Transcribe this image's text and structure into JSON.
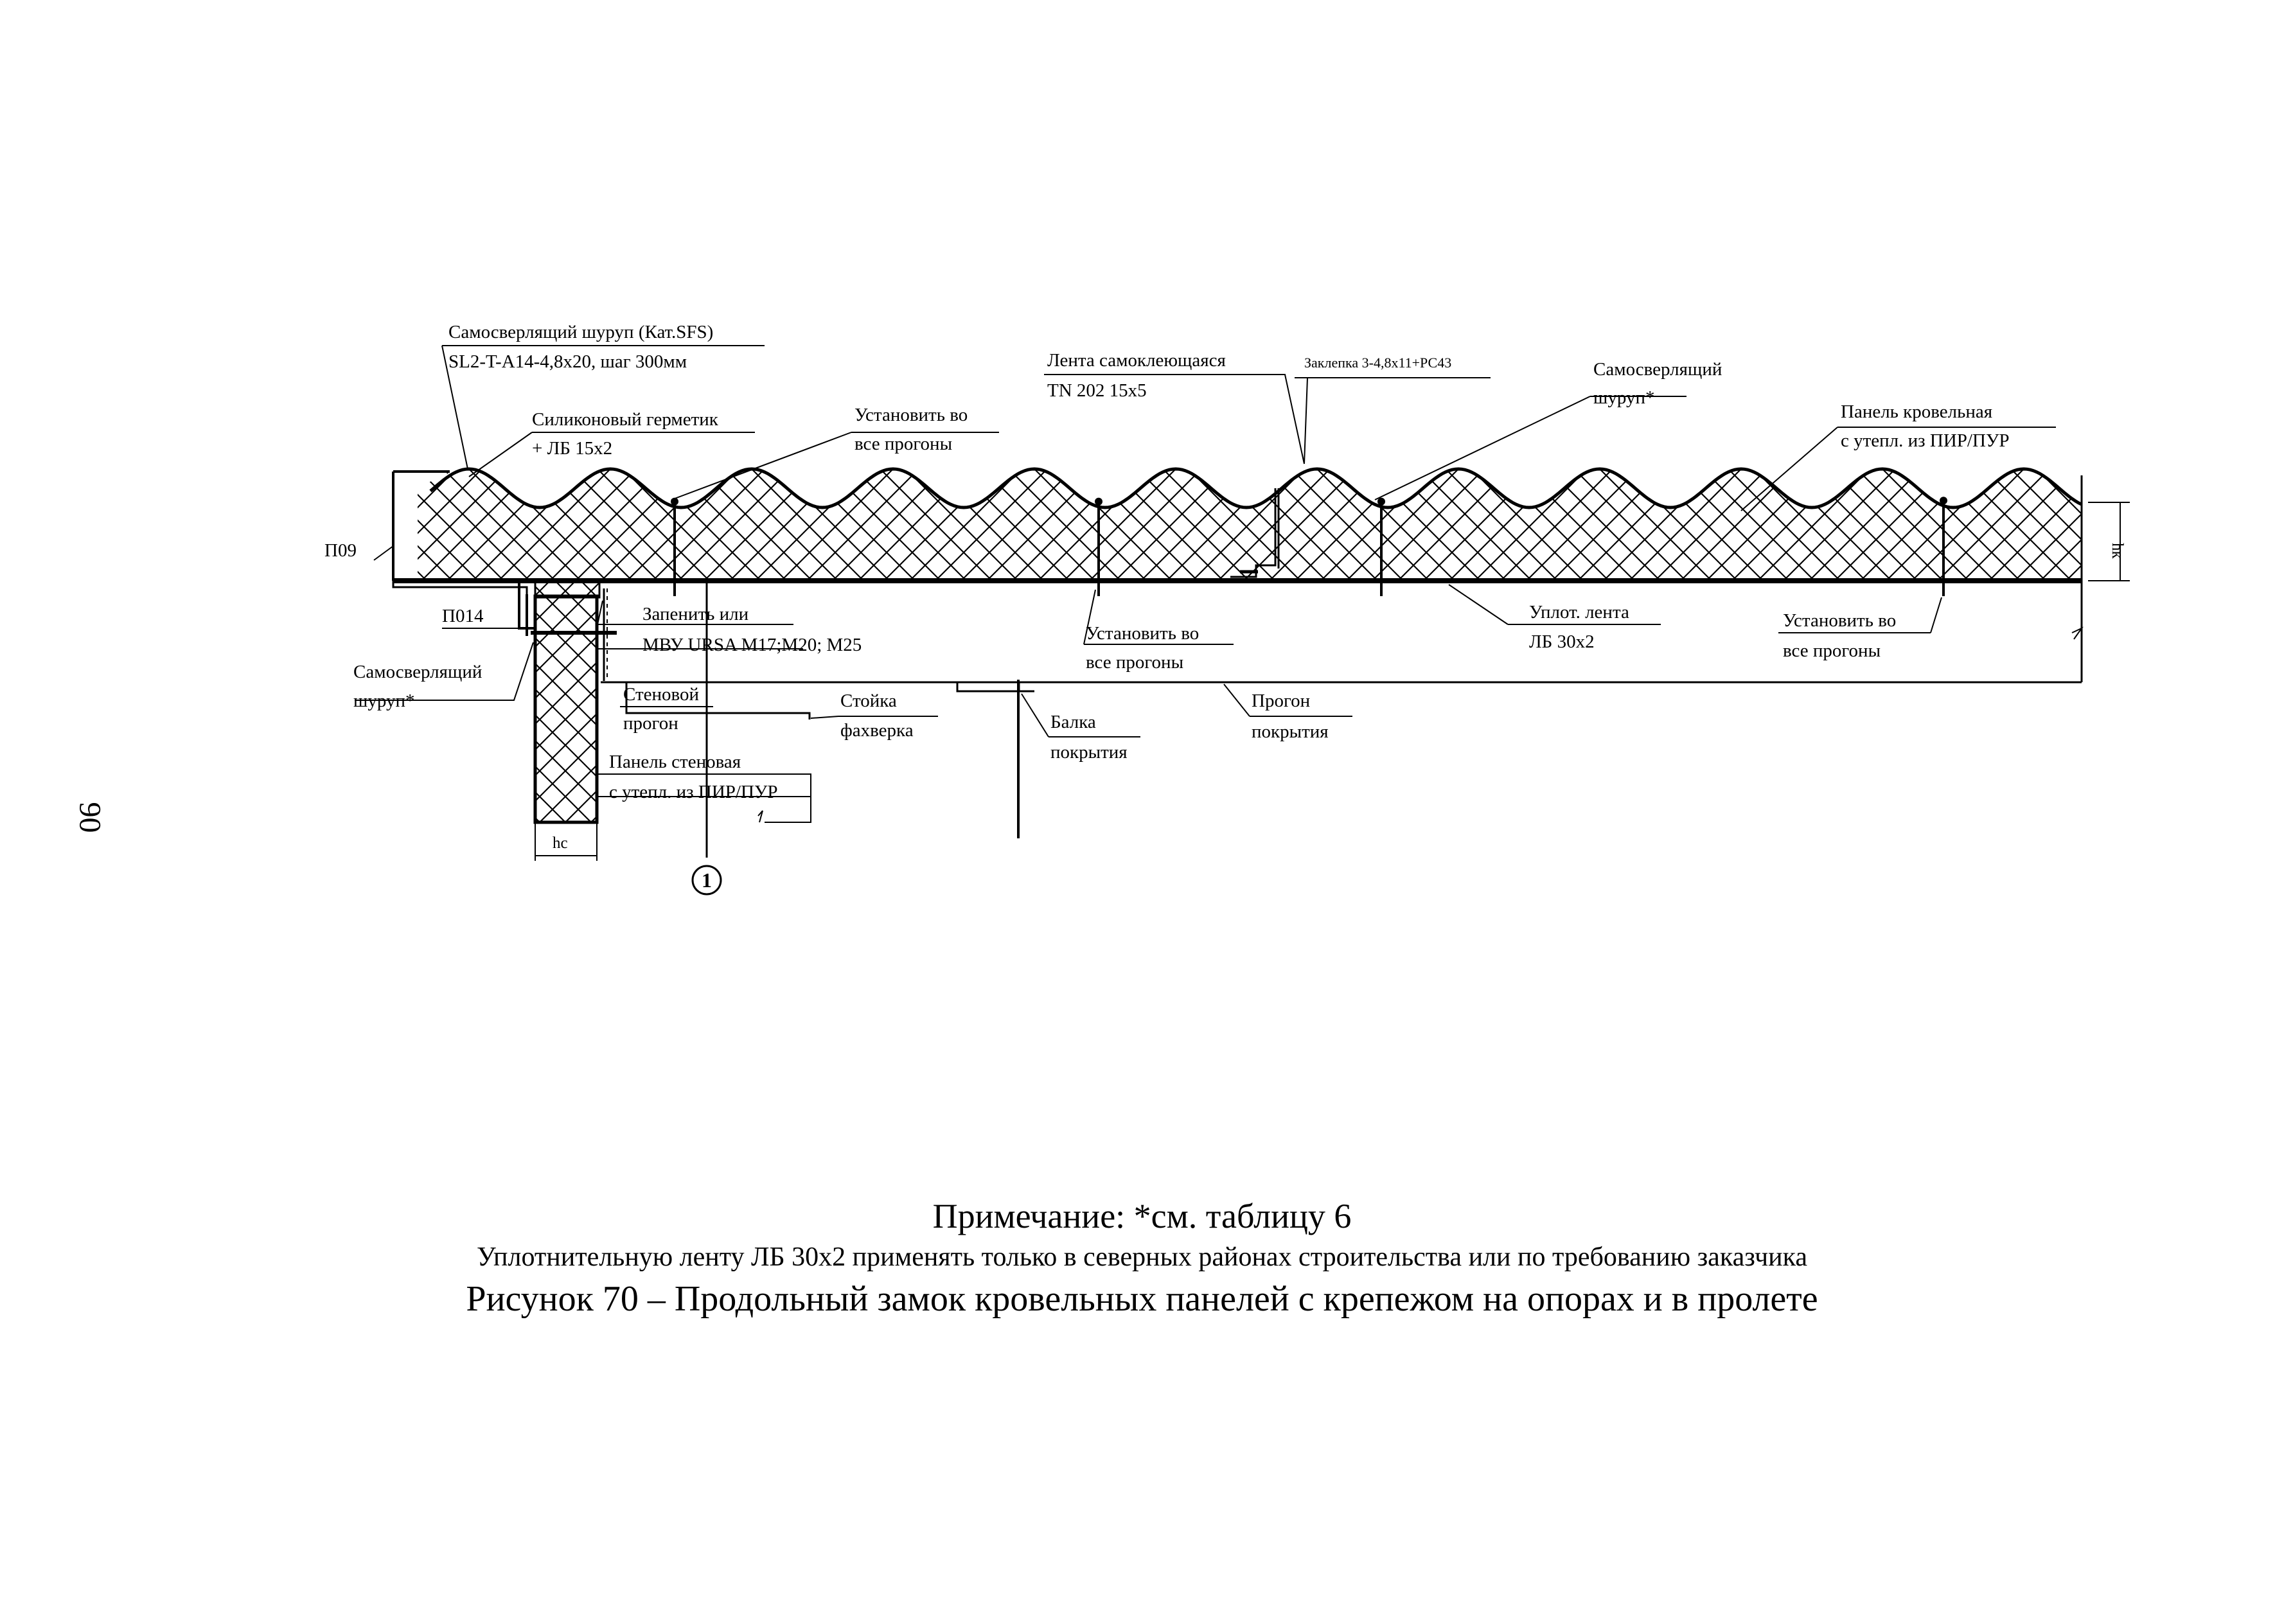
{
  "page_number": "90",
  "labels": {
    "screw_sfs": "Самосверлящий шуруп (Кат.SFS)",
    "screw_spec": "SL2-T-A14-4,8x20, шаг 300мм",
    "silicone_sealant": "Силиконовый герметик",
    "lb_15x2": "+ ЛБ 15х2",
    "install_purlins_a1": "Установить во",
    "install_purlins_a2": "все прогоны",
    "tape_self_adhesive": "Лента самоклеющаяся",
    "tape_spec": "TN 202 15х5",
    "rivet": "Заклепка 3-4,8х11+РС43",
    "self_drilling_screw_top1": "Самосверлящий",
    "self_drilling_screw_top2": "шуруп*",
    "roof_panel1": "Панель кровельная",
    "roof_panel2": "с утепл. из ПИР/ПУР",
    "hk": "hк",
    "p09": "П09",
    "p014": "П014",
    "screw_left1": "Самосверлящий",
    "screw_left2": "шуруп*",
    "fill1": "Запенить или",
    "fill2": "МВУ URSA M17;M20; M25",
    "install_purlins_b1": "Установить во",
    "install_purlins_b2": "все прогоны",
    "seal_tape1": "Уплот. лента",
    "seal_tape2": "ЛБ 30х2",
    "install_purlins_c1": "Установить во",
    "install_purlins_c2": "все прогоны",
    "wall_purlin1": "Стеновой",
    "wall_purlin2": "прогон",
    "framework_post1": "Стойка",
    "framework_post2": "фахверка",
    "roof_beam1": "Балка",
    "roof_beam2": "покрытия",
    "roof_purlin1": "Прогон",
    "roof_purlin2": "покрытия",
    "wall_panel1": "Панель стеновая",
    "wall_panel2": "с утепл. из ПИР/ПУР",
    "hc": "hc",
    "axis_1": "1"
  },
  "note": "Примечание: *см. таблицу 6",
  "restriction": "Уплотнительную ленту ЛБ 30х2 применять только в северных районах строительства или по требованию заказчика",
  "figure_caption": "Рисунок 70 – Продольный замок кровельных панелей с крепежом на опорах и в   пролете"
}
